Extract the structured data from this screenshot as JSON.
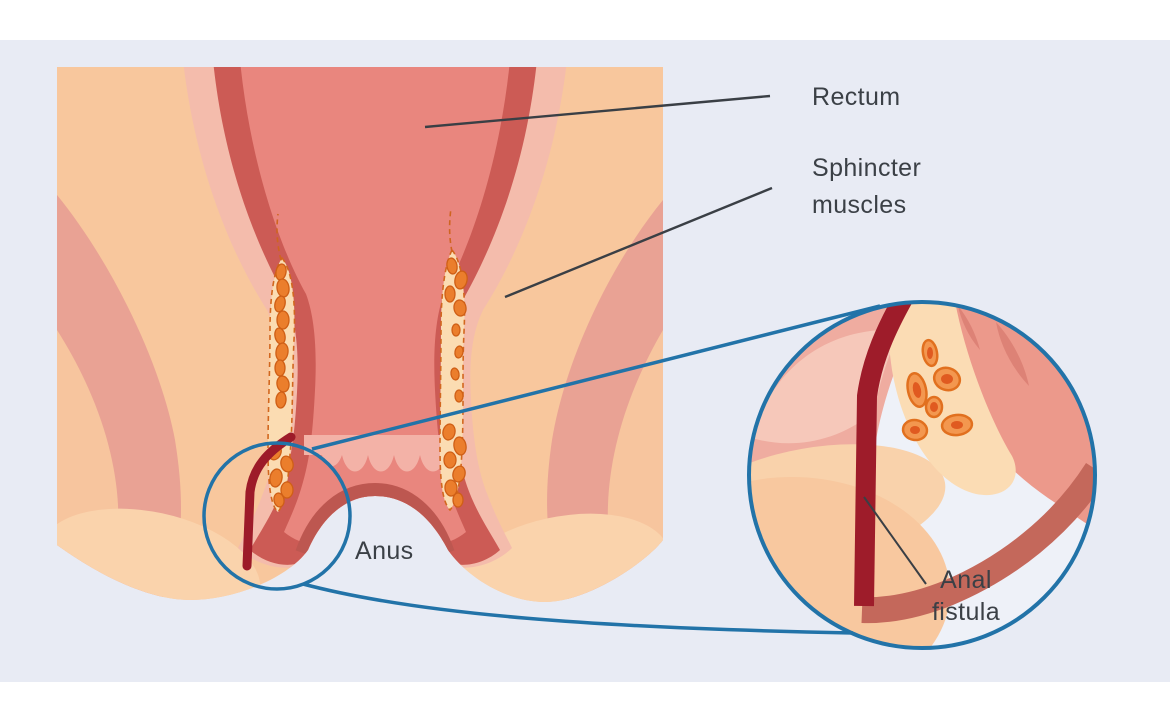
{
  "labels": {
    "rectum": "Rectum",
    "sphincter": {
      "line1": "Sphincter",
      "line2": "muscles"
    },
    "anus": "Anus",
    "anal_fistula": {
      "line1": "Anal",
      "line2": "fistula"
    }
  },
  "colors": {
    "background_white": "#ffffff",
    "canvas_lavender": "#e8ebf4",
    "accent_blue": "#2273a8",
    "label_text": "#3b4046",
    "leader_line": "#3a3f45",
    "skin_peach": "#f8c79d",
    "skin_inner_peach": "#fad3ac",
    "muscle_pink_deep": "#e9a294",
    "muscle_pink_light": "#f4bcac",
    "rectal_wall_red": "#cc5b55",
    "lumen_salmon": "#e9867e",
    "anal_columns_pink": "#f3b2a7",
    "anus_rim_red": "#bd5750",
    "gland_cream": "#fbdcb2",
    "gland_orange": "#eb7e2c",
    "gland_orange_dark": "#cf5f16",
    "fistula_dark_red": "#9d1b29",
    "inset_background": "#eef1f8",
    "inset_muscle_pink": "#efaca0",
    "inset_muscle_band": "#f6c8ba",
    "inset_cream": "#fbdcb4",
    "inset_salmon": "#ec998b",
    "inset_dark_band": "#c4685b",
    "inset_cell_orange": "#f3974f"
  }
}
